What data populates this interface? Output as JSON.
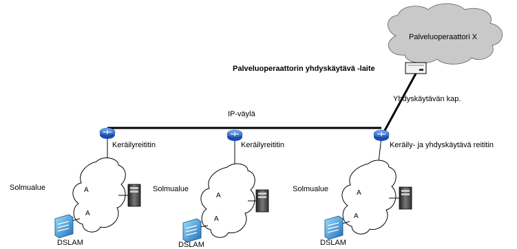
{
  "provider": {
    "cloud_label": "Palveluoperaattori X",
    "gateway_device_label": "Palveluoperaattorin yhdyskäytävä -laite",
    "gateway_link_label": "Yhdyskäytävän kap."
  },
  "backbone": {
    "label": "IP-väylä"
  },
  "sites": [
    {
      "router_label": "Keräilyreititin",
      "area_label": "Solmualue",
      "dslam_label": "DSLAM",
      "link_letter": "A"
    },
    {
      "router_label": "Keräilyreititin",
      "area_label": "Solmualue",
      "dslam_label": "DSLAM",
      "link_letter": "A"
    },
    {
      "router_label": "Keräily- ja yhdyskäytävä reititin",
      "area_label": "Solmualue",
      "dslam_label": "DSLAM",
      "link_letter": "A"
    }
  ],
  "colors": {
    "cloud_fill": "#c8c8c8",
    "router_fill": "#2f6fd6",
    "dslam_fill": "#2a8ccf",
    "server_fill": "#555555",
    "line": "#000000"
  }
}
